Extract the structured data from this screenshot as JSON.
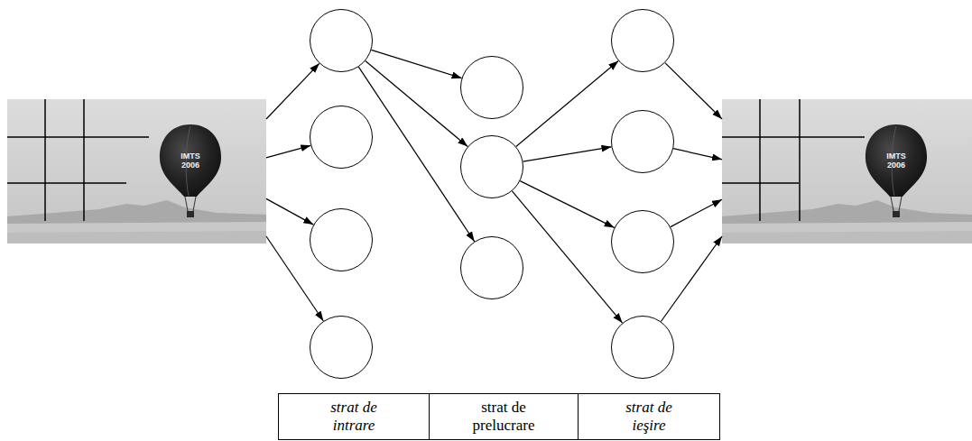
{
  "diagram": {
    "nodes": [
      {
        "text": [
          "IMTS 2006"
        ]
      },
      {
        "text": []
      },
      {
        "text": []
      },
      {
        "text": []
      },
      {
        "text": []
      },
      {
        "text": []
      },
      {
        "text": []
      },
      {
        "text": []
      },
      {
        "text": []
      },
      {
        "text": []
      },
      {
        "text": []
      },
      {
        "text": []
      },
      {
        "text": [
          "IMTS 2006"
        ]
      }
    ],
    "edges": [
      {
        "from": 0,
        "to": 1,
        "arrow": "to"
      },
      {
        "from": 0,
        "to": 2,
        "arrow": "to"
      },
      {
        "from": 0,
        "to": 3,
        "arrow": "to"
      },
      {
        "from": 0,
        "to": 4,
        "arrow": "to"
      },
      {
        "from": 1,
        "to": 5,
        "arrow": "to"
      },
      {
        "from": 1,
        "to": 6,
        "arrow": "to"
      },
      {
        "from": 1,
        "to": 7,
        "arrow": "to"
      },
      {
        "from": 6,
        "to": 8,
        "arrow": "to"
      },
      {
        "from": 6,
        "to": 9,
        "arrow": "to"
      },
      {
        "from": 6,
        "to": 10,
        "arrow": "to"
      },
      {
        "from": 6,
        "to": 11,
        "arrow": "to"
      },
      {
        "from": 8,
        "to": 12,
        "arrow": "to"
      },
      {
        "from": 9,
        "to": 12,
        "arrow": "to"
      },
      {
        "from": 10,
        "to": 12,
        "arrow": "to"
      },
      {
        "from": 11,
        "to": 12,
        "arrow": "to"
      }
    ],
    "labels": [
      "strat de intrare",
      "strat de prelucrare",
      "strat de ieşire"
    ]
  }
}
